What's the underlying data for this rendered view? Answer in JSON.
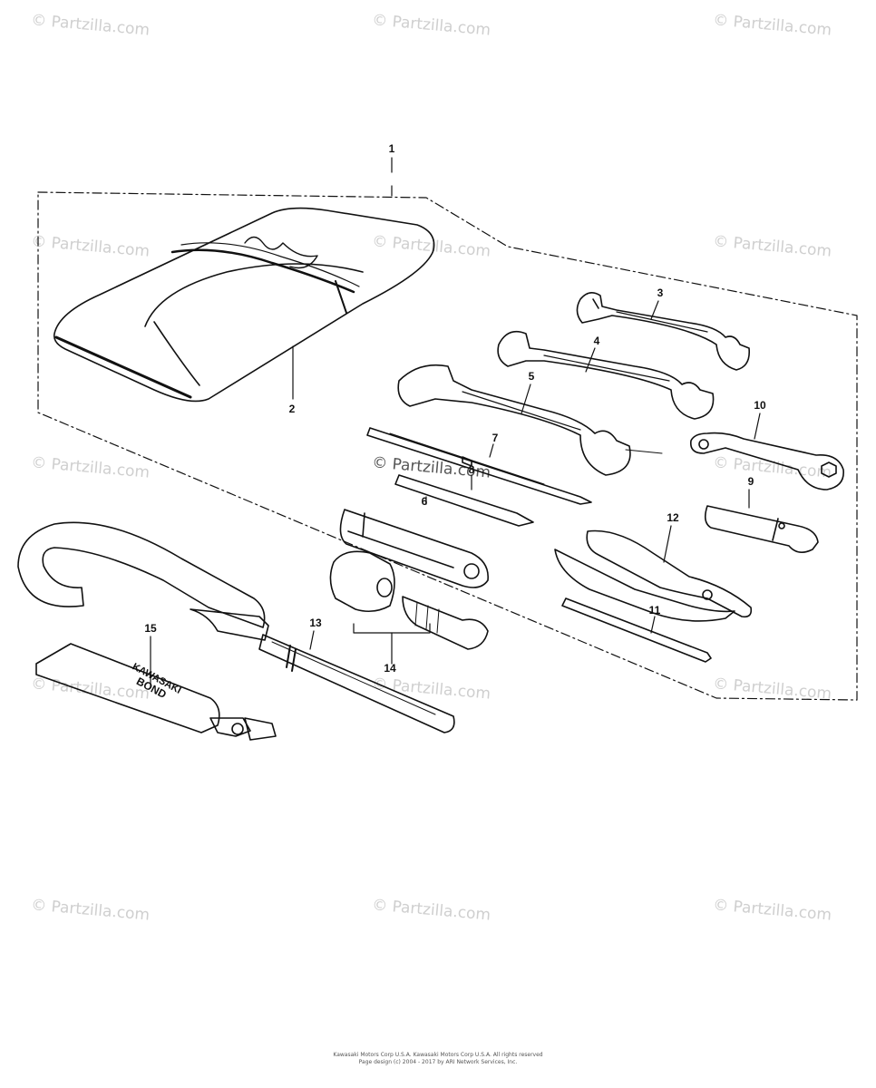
{
  "watermark": "© Partzilla.com",
  "watermark_center": "© Partzilla.com",
  "callouts": [
    "1",
    "2",
    "3",
    "4",
    "5",
    "7",
    "8",
    "6",
    "10",
    "9",
    "12",
    "11",
    "15",
    "13",
    "14"
  ],
  "product_label": [
    "KAWASAKI",
    "BOND"
  ],
  "footer": {
    "line1": "Kawasaki Motors Corp U.S.A. Kawasaki Motors Corp U.S.A. All rights reserved",
    "line2": "Page design (c) 2004 - 2017 by ARI Network Services, Inc."
  },
  "colors": {
    "ink": "#111111",
    "watermark": "#cfcfcf"
  }
}
